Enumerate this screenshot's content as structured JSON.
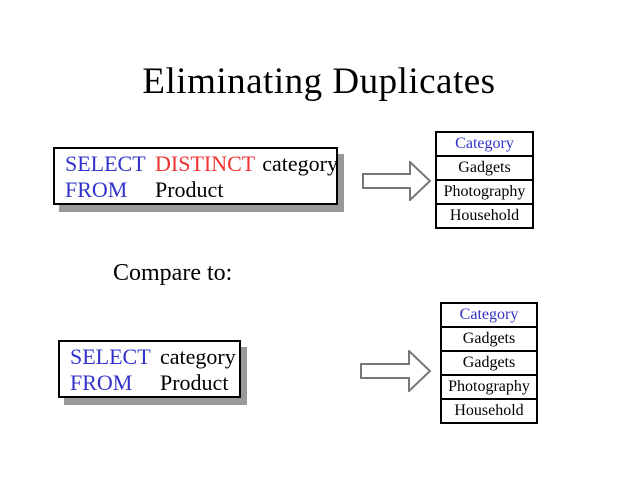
{
  "title": "Eliminating Duplicates",
  "compare_label": "Compare to:",
  "query_distinct": {
    "select": "SELECT",
    "distinct": "DISTINCT",
    "column": "category",
    "from": "FROM",
    "table": "Product"
  },
  "query_plain": {
    "select": "SELECT",
    "column": "category",
    "from": "FROM",
    "table": "Product"
  },
  "result_distinct": {
    "header": "Category",
    "rows": [
      "Gadgets",
      "Photography",
      "Household"
    ]
  },
  "result_all": {
    "header": "Category",
    "rows": [
      "Gadgets",
      "Gadgets",
      "Photography",
      "Household"
    ]
  },
  "colors": {
    "keyword_blue": "#3333CC",
    "distinct_red": "#EE3333",
    "table_header_blue": "#3333CC",
    "text_black": "#000000",
    "box_shadow_gray": "#999999",
    "arrow_outline_gray": "#777777"
  }
}
